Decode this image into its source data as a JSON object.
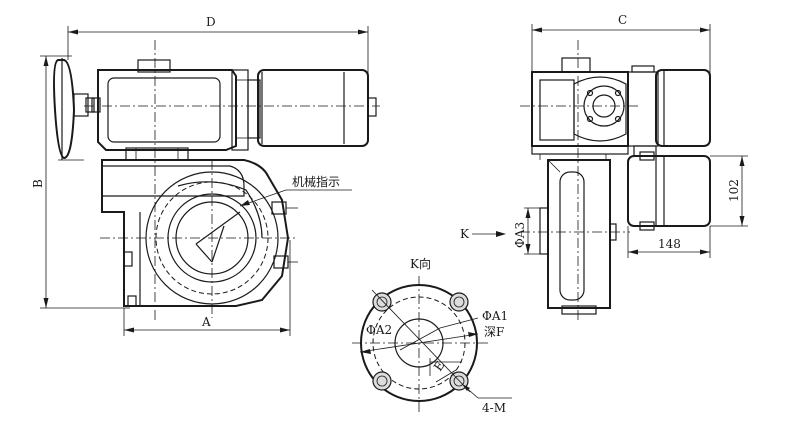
{
  "drawing": {
    "front_view": {
      "dim_D": "D",
      "dim_B": "B",
      "dim_A": "A",
      "callout_indicator": "机械指示"
    },
    "side_view": {
      "dim_C": "C",
      "dim_102": "102",
      "dim_148": "148",
      "dim_phiA3": "ΦA3",
      "view_arrow_K": "K"
    },
    "k_view": {
      "title": "K向",
      "phiA1": "ΦA1",
      "depth": "深F",
      "phiA2": "ΦA2",
      "bolt_E": "E",
      "holes": "4-M"
    }
  }
}
